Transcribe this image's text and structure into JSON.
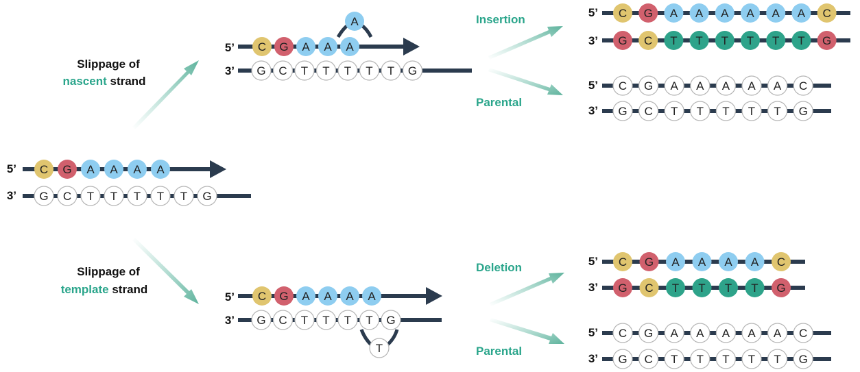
{
  "colors": {
    "C": "#e0c56f",
    "G": "#d1606d",
    "A": "#8ecdf0",
    "T": "#2ea38a",
    "empty": "#ffffff",
    "backbone": "#2b3b4e",
    "accent": "#2aa58b",
    "circle_border": "#b5b5b5"
  },
  "end_labels": {
    "five": "5’",
    "three": "3’"
  },
  "captions": {
    "nascent": {
      "prefix": "Slippage of",
      "highlight": "nascent",
      "suffix": "strand"
    },
    "template": {
      "prefix": "Slippage of",
      "highlight": "template",
      "suffix": "strand"
    }
  },
  "branch_labels": {
    "insertion": "Insertion",
    "parental_top": "Parental",
    "deletion": "Deletion",
    "parental_bottom": "Parental"
  },
  "strands": {
    "original_top": [
      "C",
      "G",
      "A",
      "A",
      "A",
      "A"
    ],
    "original_bottom": [
      "G",
      "C",
      "T",
      "T",
      "T",
      "T",
      "T",
      "G"
    ],
    "nascent_slip_top": [
      "C",
      "G",
      "A",
      "A",
      "A"
    ],
    "nascent_slip_loop": [
      "A"
    ],
    "nascent_slip_bottom": [
      "G",
      "C",
      "T",
      "T",
      "T",
      "T",
      "T",
      "G"
    ],
    "template_slip_top": [
      "C",
      "G",
      "A",
      "A",
      "A",
      "A"
    ],
    "template_slip_bottom": [
      "G",
      "C",
      "T",
      "T",
      "T",
      "T",
      "G"
    ],
    "template_slip_loop": [
      "T"
    ],
    "insertion_top": [
      "C",
      "G",
      "A",
      "A",
      "A",
      "A",
      "A",
      "A",
      "C"
    ],
    "insertion_bottom": [
      "G",
      "C",
      "T",
      "T",
      "T",
      "T",
      "T",
      "T",
      "G"
    ],
    "parental_top_top": [
      "C",
      "G",
      "A",
      "A",
      "A",
      "A",
      "A",
      "C"
    ],
    "parental_top_bottom": [
      "G",
      "C",
      "T",
      "T",
      "T",
      "T",
      "T",
      "G"
    ],
    "deletion_top": [
      "C",
      "G",
      "A",
      "A",
      "A",
      "A",
      "C"
    ],
    "deletion_bottom": [
      "G",
      "C",
      "T",
      "T",
      "T",
      "T",
      "G"
    ],
    "parental_bottom_top": [
      "C",
      "G",
      "A",
      "A",
      "A",
      "A",
      "A",
      "C"
    ],
    "parental_bottom_bottom": [
      "G",
      "C",
      "T",
      "T",
      "T",
      "T",
      "T",
      "G"
    ]
  }
}
